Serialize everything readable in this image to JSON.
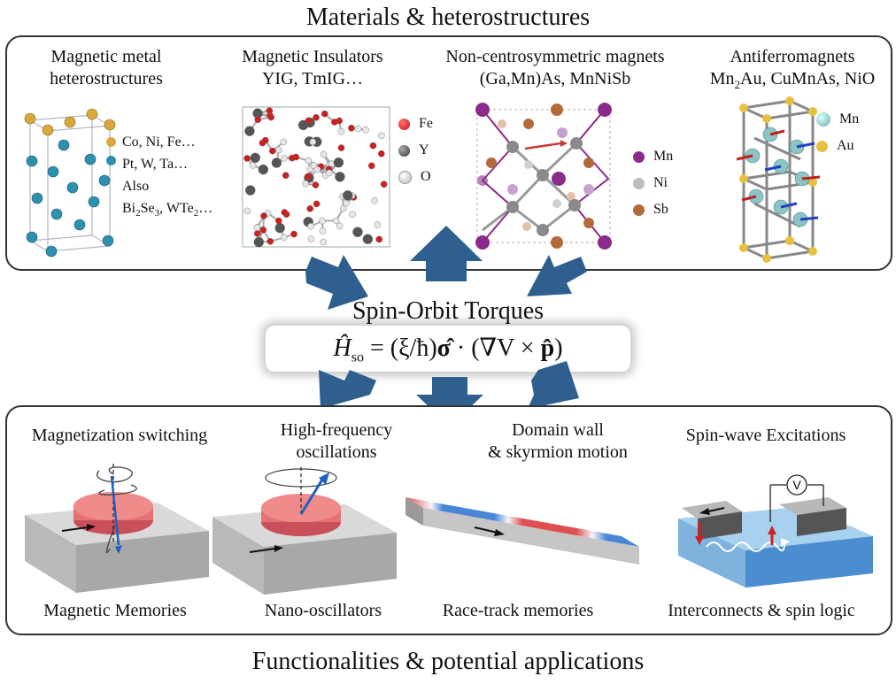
{
  "top_title": "Materials & heterostructures",
  "bottom_title": "Functionalities & potential applications",
  "center_label": "Spin-Orbit Torques",
  "equation": {
    "H": "Ĥ",
    "sub": "so",
    "eq": "= (ξ/ħ)",
    "sigma": "σ̂",
    "mid": "· (∇V ×",
    "p": "p̂",
    "end": ")"
  },
  "materials": {
    "magnetic_metal": {
      "title_line1": "Magnetic metal",
      "title_line2": "heterostructures",
      "legend": {
        "co_ni_fe": "Co, Ni, Fe…",
        "pt_w_ta": "Pt, W, Ta…",
        "also": "Also",
        "bi2se3_a": "Bi",
        "bi2se3_sub": "2",
        "bi2se3_b": "Se",
        "bi2se3_sub2": "3",
        "wte2_a": ", WTe",
        "wte2_sub": "2",
        "wte2_b": "…"
      }
    },
    "magnetic_insulators": {
      "title": "Magnetic Insulators",
      "subtitle": "YIG, TmIG…",
      "legend": [
        "Fe",
        "Y",
        "O"
      ]
    },
    "noncentro": {
      "title": "Non-centrosymmetric magnets",
      "subtitle": "(Ga,Mn)As, MnNiSb",
      "legend": [
        "Mn",
        "Ni",
        "Sb"
      ]
    },
    "afm": {
      "title": "Antiferromagnets",
      "sub_a": "Mn",
      "sub_sub": "2",
      "sub_b": "Au, CuMnAs, NiO",
      "legend": [
        "Mn",
        "Au"
      ]
    }
  },
  "functionalities": [
    {
      "title_line1": "Magnetization switching",
      "title_line2": "",
      "application": "Magnetic Memories"
    },
    {
      "title_line1": "High-frequency",
      "title_line2": "oscillations",
      "application": "Nano-oscillators"
    },
    {
      "title_line1": "Domain wall",
      "title_line2": "& skyrmion motion",
      "application": "Race-track memories"
    },
    {
      "title_line1": "Spin-wave Excitations",
      "title_line2": "",
      "application": "Interconnects & spin logic"
    }
  ],
  "voltmeter_label": "V",
  "colors": {
    "arrow_blue": "#2e5f8f",
    "atom_gold": "#d8a93a",
    "atom_teal": "#2f8fae",
    "atom_red": "#cc2020",
    "atom_grey": "#606060",
    "atom_purple": "#8a2a8a",
    "atom_brown": "#b36a3a",
    "disk_red": "#e57373",
    "track_blue": "#4a86d8",
    "track_red": "#e05050"
  }
}
